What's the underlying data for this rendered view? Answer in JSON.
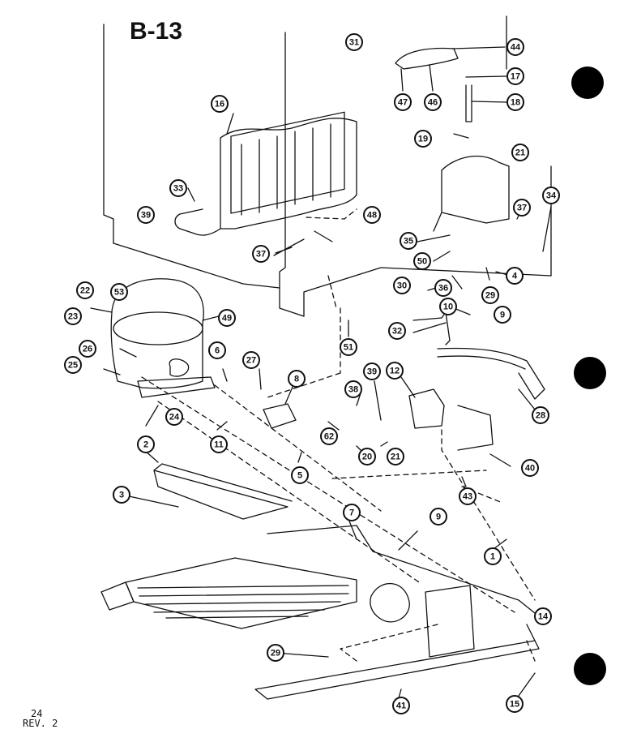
{
  "diagram": {
    "title": "B-13",
    "page_number": "24",
    "revision": "REV. 2",
    "callouts": [
      "31",
      "44",
      "17",
      "47",
      "46",
      "18",
      "19",
      "16",
      "33",
      "39",
      "21",
      "48",
      "37",
      "34",
      "37",
      "22",
      "53",
      "35",
      "50",
      "4",
      "29",
      "30",
      "36",
      "23",
      "49",
      "10",
      "9",
      "51",
      "32",
      "26",
      "25",
      "6",
      "27",
      "8",
      "38",
      "39",
      "12",
      "28",
      "24",
      "62",
      "20",
      "21",
      "11",
      "5",
      "40",
      "2",
      "43",
      "3",
      "7",
      "9",
      "1",
      "14",
      "29",
      "41",
      "15"
    ]
  }
}
